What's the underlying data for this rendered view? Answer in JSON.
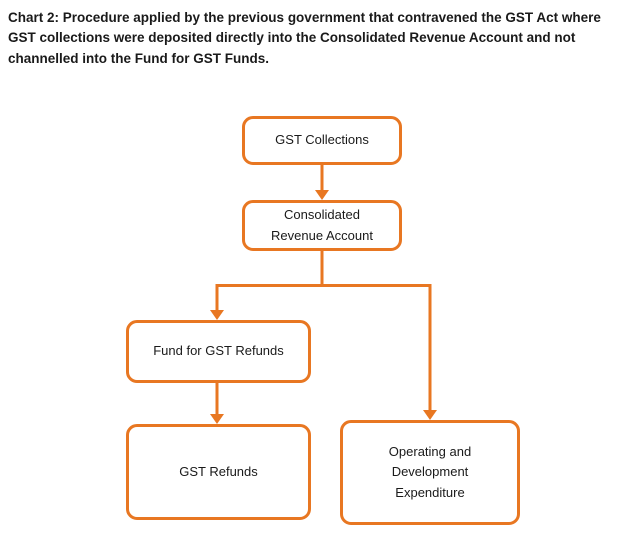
{
  "title": "Chart 2: Procedure applied by the previous government that contravened the GST Act where GST collections were deposited directly into the Consolidated Revenue Account and not channelled into the Fund for GST Funds.",
  "accent_color": "#E87722",
  "text_color": "#1A1A1A",
  "nodes": {
    "gst_collections": "GST Collections",
    "consolidated_revenue_account": "Consolidated Revenue Account",
    "fund_for_gst_refunds": "Fund for GST Refunds",
    "gst_refunds": "GST Refunds",
    "operating_expenditure": "Operating and Development Expenditure"
  },
  "edges": [
    {
      "from": "GST Collections",
      "to": "Consolidated Revenue Account"
    },
    {
      "from": "Consolidated Revenue Account",
      "to": "Fund for GST Refunds"
    },
    {
      "from": "Consolidated Revenue Account",
      "to": "Operating and Development Expenditure"
    },
    {
      "from": "Fund for GST Refunds",
      "to": "GST Refunds"
    }
  ]
}
